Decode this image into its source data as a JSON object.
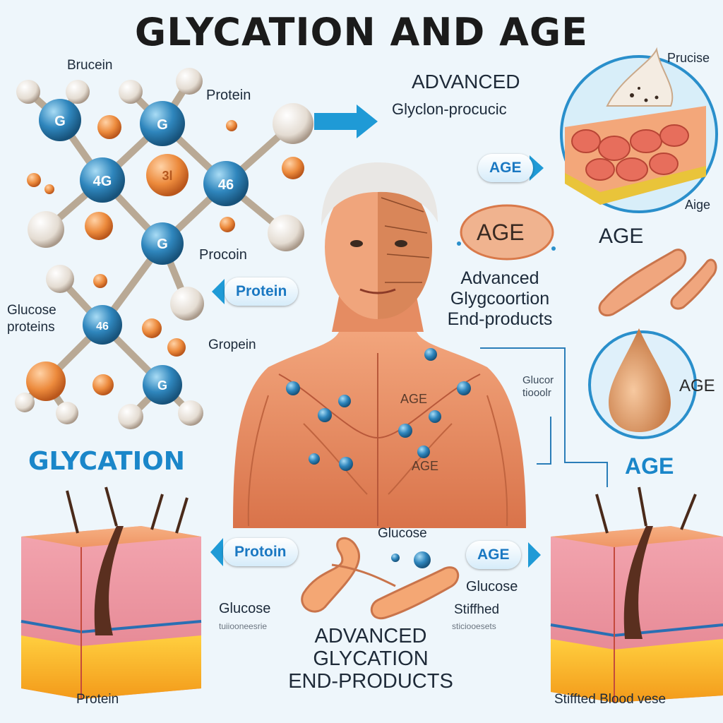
{
  "title": "GLYCATION AND AGE",
  "labels": {
    "tl_top": "Brucein",
    "molecule_protein": "Protein",
    "molecule_procoin": "Procoin",
    "glucose_proteins": "Glucose\nproteins",
    "gropein": "Gropein",
    "glycation": "GLYCATION",
    "adv_top_1": "ADVANCED",
    "adv_top_2": "Glyclon-procucic",
    "tr_pruose": "Prucise",
    "tr_aige": "Aige",
    "age_mid": "AGE",
    "adv_mid_1": "Advanced",
    "adv_mid_2": "Glygcoortion",
    "adv_mid_3": "End-products",
    "drop_age": "AGE",
    "right_age": "AGE",
    "glucor": "Glucor\ntiooolr",
    "torso_age1": "AGE",
    "torso_age2": "AGE",
    "glucose_center": "Glucose",
    "glucose_bottom_right": "Glucose",
    "stiffed": "Stiffhed",
    "stiffed_sub": "sticiooesets",
    "glucose_left": "Glucose",
    "glucose_left_sub": "tuiiooneesrie",
    "adv_bottom_1": "ADVANCED",
    "adv_bottom_2": "GLYCATION",
    "adv_bottom_3": "END-PRODUCTS",
    "protein_bottom": "Protein",
    "stiffed_blood": "Stiffted Blood vese"
  },
  "badges": {
    "age_top": "AGE",
    "protein_mid": "Protein",
    "protein_bottom": "Protoin",
    "age_bottom": "AGE"
  },
  "molecule_letters": {
    "n1": "G",
    "n2": "G",
    "n3": "4G",
    "n4": "3l",
    "n5": "46",
    "n6": "G",
    "n7": "46",
    "n8": "G"
  },
  "colors": {
    "accent_blue": "#1a86c9",
    "node_blue": "#2b7fb3",
    "node_orange": "#e98a3e",
    "skin": "#e8936a",
    "arrow": "#1f9ad6"
  }
}
